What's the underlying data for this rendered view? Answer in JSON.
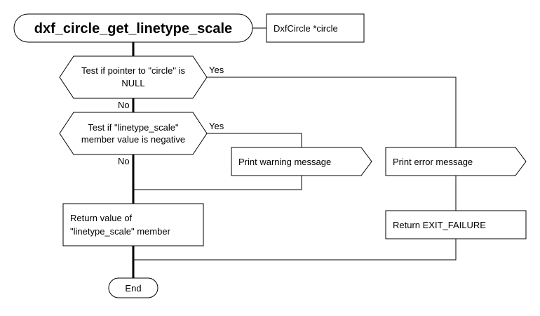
{
  "title": "dxf_circle_get_linetype_scale",
  "parameter": "DxfCircle *circle",
  "decision1": {
    "lines": [
      "Test if pointer to \"circle\" is",
      "NULL"
    ],
    "yes_label": "Yes",
    "no_label": "No"
  },
  "decision2": {
    "lines": [
      "Test if \"linetype_scale\"",
      "member value is negative"
    ],
    "yes_label": "Yes",
    "no_label": "No"
  },
  "print_warning": "Print warning message",
  "print_error": "Print error message",
  "return_value": {
    "lines": [
      "Return value of",
      "\"linetype_scale\" member"
    ]
  },
  "return_failure": "Return EXIT_FAILURE",
  "end": "End",
  "colors": {
    "stroke": "#000000",
    "fill": "#ffffff"
  }
}
